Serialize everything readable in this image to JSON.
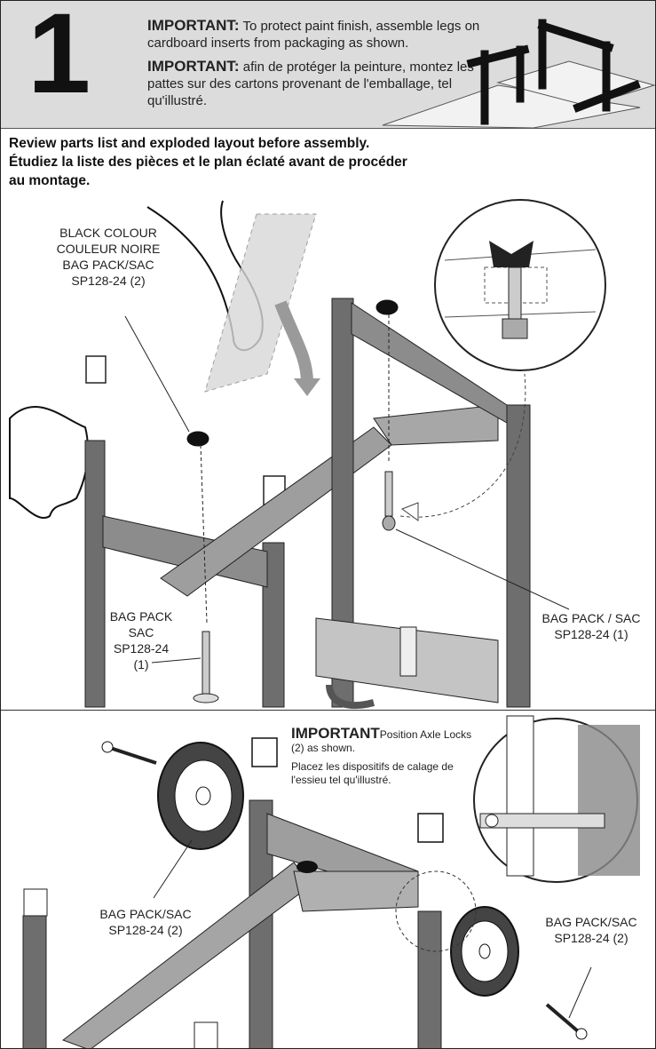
{
  "step": {
    "number": "1"
  },
  "header": {
    "important_en_label": "IMPORTANT:",
    "important_en_text": " To protect paint finish, assemble legs on cardboard inserts from packaging as shown.",
    "important_fr_label": "IMPORTANT:",
    "important_fr_text": " afin de protéger la peinture, montez les pattes sur des cartons provenant de l'emballage, tel qu'illustré."
  },
  "review": {
    "en": "Review parts list and exploded layout before assembly.",
    "fr": "Étudiez la liste des pièces et le plan éclaté avant de procéder au montage."
  },
  "top_panel": {
    "black_colour": [
      "BLACK COLOUR",
      "COULEUR NOIRE",
      "BAG PACK/SAC",
      "SP128-24 (2)"
    ],
    "bag_left": [
      "BAG PACK",
      "SAC",
      "SP128-24",
      "(1)"
    ],
    "bag_right": [
      "BAG PACK / SAC",
      "SP128-24 (1)"
    ]
  },
  "bottom_panel": {
    "important_label": "IMPORTANT",
    "important_en": "Position Axle Locks (2) as shown.",
    "important_fr": "Placez les dispositifs de calage de l'essieu tel qu'illustré.",
    "bag_left": [
      "BAG PACK/SAC",
      "SP128-24 (2)"
    ],
    "bag_right": [
      "BAG PACK/SAC",
      "SP128-24 (2)"
    ]
  },
  "colors": {
    "header_bg": "#dcdcdc",
    "metal": "#6e6e6e",
    "metal_light": "#b5b5b5",
    "ink": "#222222"
  }
}
